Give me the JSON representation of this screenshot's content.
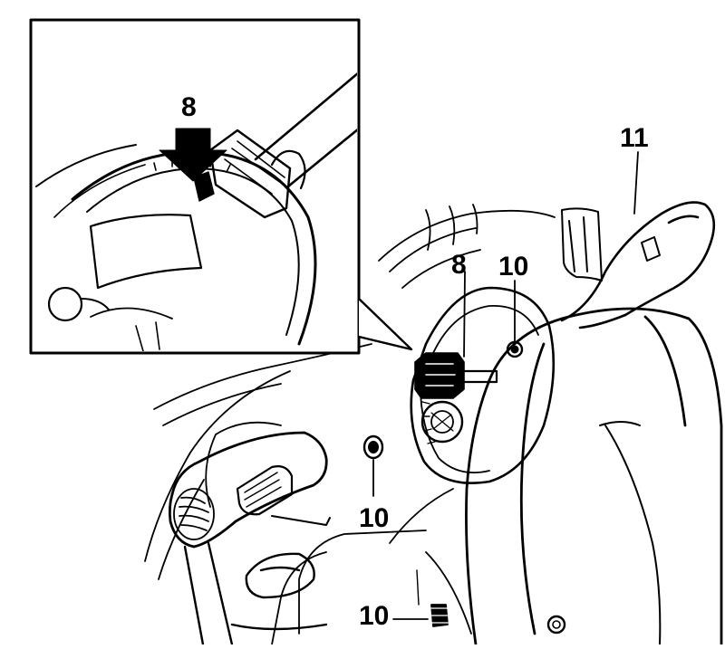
{
  "callouts": {
    "inset_8": "8",
    "main_8": "8",
    "upper_10": "10",
    "middle_10": "10",
    "bottom_10": "10",
    "stalk_11": "11"
  },
  "colors": {
    "ink": "#000000",
    "paper": "#ffffff"
  }
}
